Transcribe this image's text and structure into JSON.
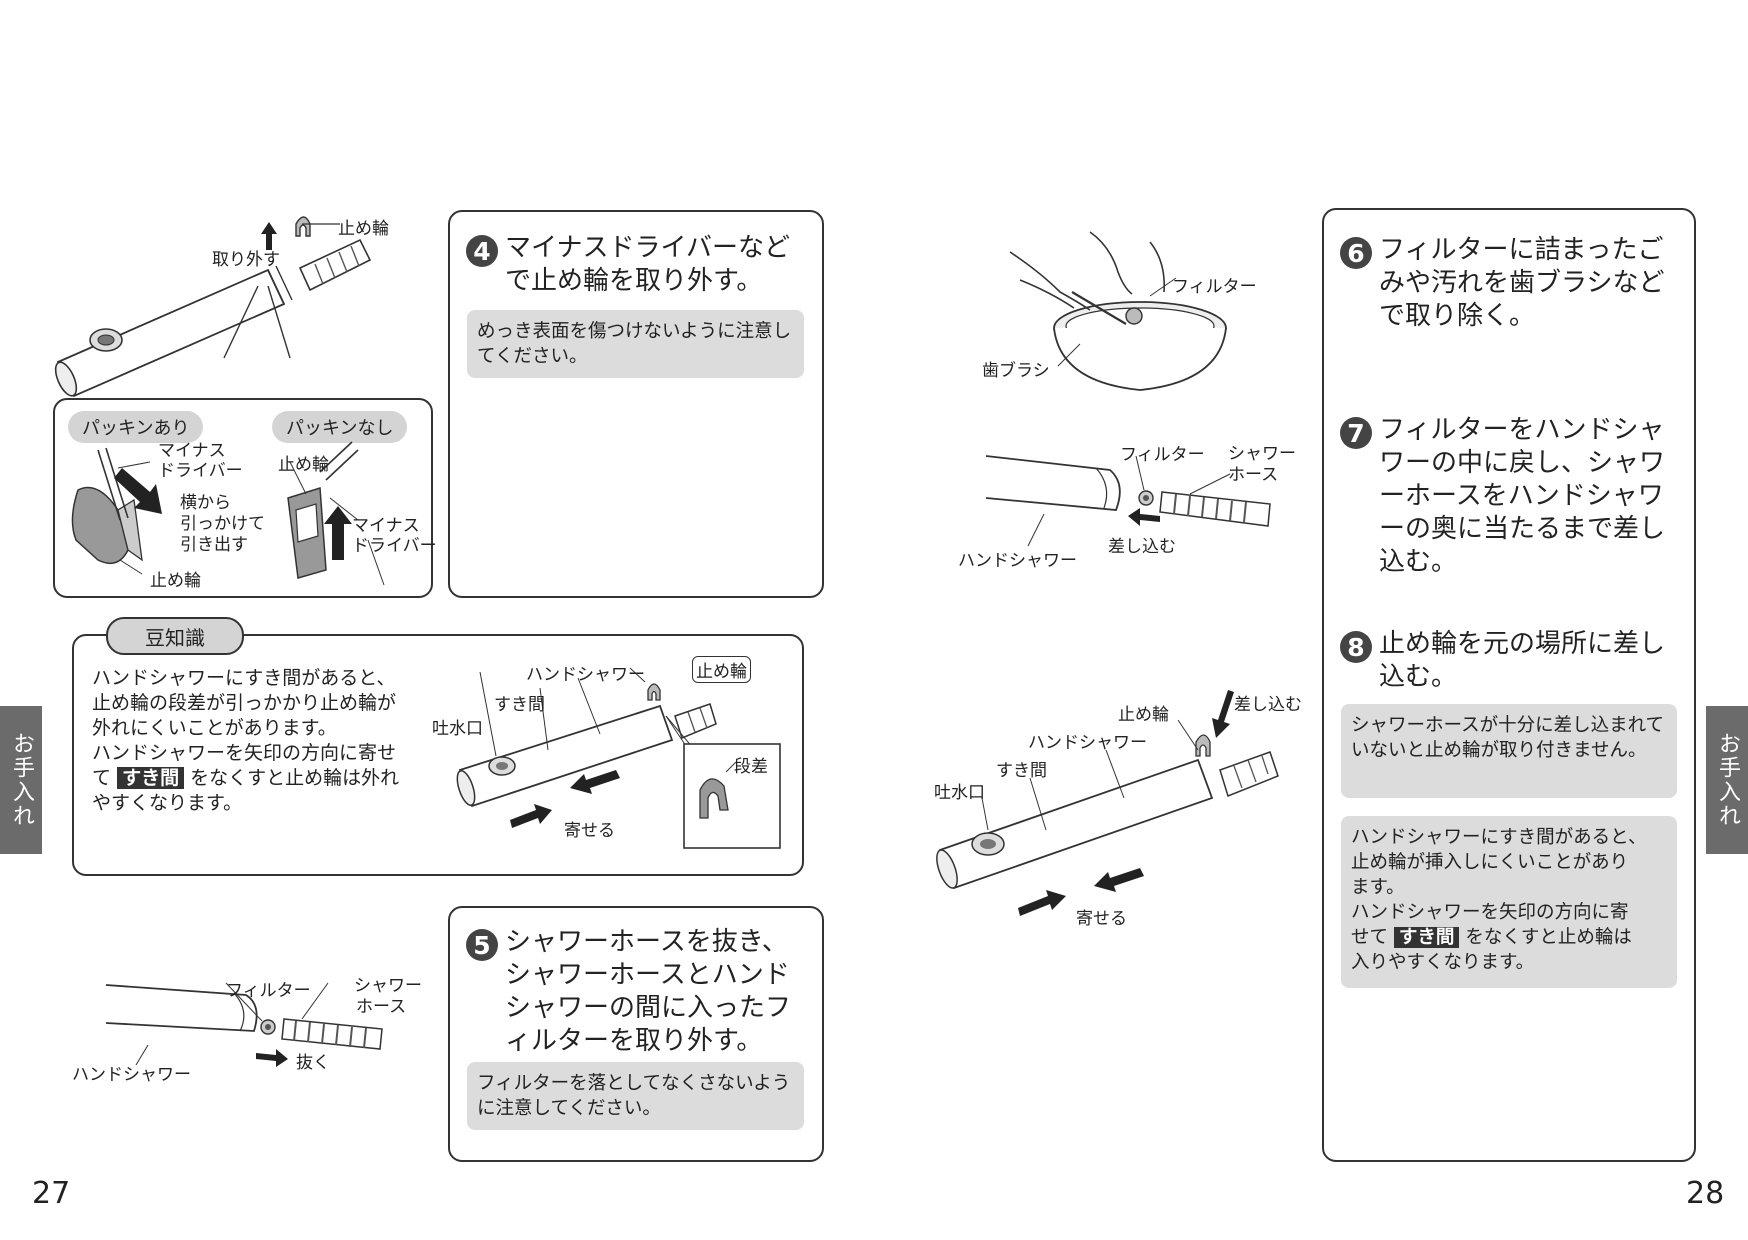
{
  "pages": {
    "left": "27",
    "right": "28"
  },
  "side_tab": "お手入れ",
  "step4": {
    "num": "4",
    "title": "マイナスドライバーなどで止め輪を取り外す。",
    "note": "めっき表面を傷つけないように注意してください。",
    "fig": {
      "ring": "止め輪",
      "remove": "取り外す",
      "with_packing": "パッキンあり",
      "without_packing": "パッキンなし",
      "driver_l1": "マイナス",
      "driver_l2": "ドライバー",
      "hook_l1": "横から",
      "hook_l2": "引っかけて",
      "hook_l3": "引き出す",
      "ring_bottom": "止め輪",
      "ring_right": "止め輪",
      "driver_r1": "マイナス",
      "driver_r2": "ドライバー"
    }
  },
  "tip": {
    "heading": "豆知識",
    "lines": [
      "ハンドシャワーにすき間があると、",
      "止め輪の段差が引っかかり止め輪が",
      "外れにくいことがあります。",
      "ハンドシャワーを矢印の方向に寄せ"
    ],
    "line5_pre": "て",
    "gap_badge": "すき間",
    "line5_post": "をなくすと止め輪は外れ",
    "line6": "やすくなります。",
    "fig": {
      "hand_shower": "ハンドシャワー",
      "ring": "止め輪",
      "gap": "すき間",
      "spout": "吐水口",
      "step": "段差",
      "push": "寄せる"
    }
  },
  "step5": {
    "num": "5",
    "title": "シャワーホースを抜き、シャワーホースとハンドシャワーの間に入ったフィルターを取り外す。",
    "note": "フィルターを落としてなくさないように注意してください。",
    "fig": {
      "filter": "フィルター",
      "hose_l1": "シャワー",
      "hose_l2": "ホース",
      "pull": "抜く",
      "hand_shower": "ハンドシャワー"
    }
  },
  "right_figs": {
    "filter_top": "フィルター",
    "brush": "歯ブラシ",
    "filter_mid": "フィルター",
    "hose_l1": "シャワー",
    "hose_l2": "ホース",
    "insert_mid": "差し込む",
    "hand_shower_mid": "ハンドシャワー",
    "ring": "止め輪",
    "insert_top": "差し込む",
    "hand_shower": "ハンドシャワー",
    "gap": "すき間",
    "spout": "吐水口",
    "push": "寄せる"
  },
  "step6": {
    "num": "6",
    "title": "フィルターに詰まったごみや汚れを歯ブラシなどで取り除く。"
  },
  "step7": {
    "num": "7",
    "title": "フィルターをハンドシャワーの中に戻し、シャワーホースをハンドシャワーの奥に当たるまで差し込む。"
  },
  "step8": {
    "num": "8",
    "title": "止め輪を元の場所に差し込む。",
    "note1": "シャワーホースが十分に差し込まれていないと止め輪が取り付きません。",
    "note2_lines": [
      "ハンドシャワーにすき間があると、",
      "止め輪が挿入しにくいことがあり",
      "ます。",
      "ハンドシャワーを矢印の方向に寄"
    ],
    "note2_pre": "せて",
    "gap_badge": "すき間",
    "note2_post": "をなくすと止め輪は",
    "note2_last": "入りやすくなります。"
  }
}
